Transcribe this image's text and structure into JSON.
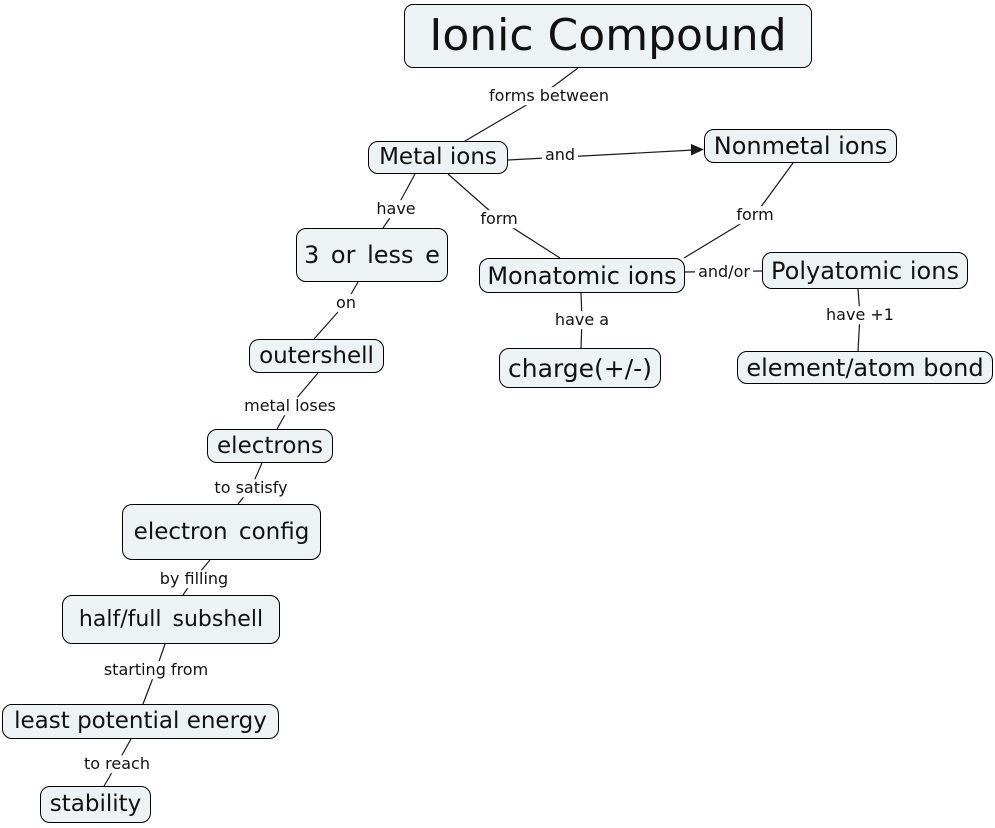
{
  "diagram_title": "Ionic Compound",
  "diagram_type": "concept-map",
  "colors": {
    "node_fill": "#edf3f4",
    "node_border": "#000000",
    "line": "#1a1a1a",
    "background": "#ffffff",
    "text": "#111111"
  },
  "nodes": [
    {
      "id": "ionic-compound",
      "label": "Ionic Compound"
    },
    {
      "id": "metal-ions",
      "label": "Metal ions"
    },
    {
      "id": "nonmetal-ions",
      "label": "Nonmetal ions"
    },
    {
      "id": "three-or-less-e",
      "label": "3 or less e"
    },
    {
      "id": "monatomic-ions",
      "label": "Monatomic ions"
    },
    {
      "id": "polyatomic-ions",
      "label": "Polyatomic ions"
    },
    {
      "id": "outershell",
      "label": "outershell"
    },
    {
      "id": "charge",
      "label": "charge(+/-)"
    },
    {
      "id": "element-atom-bond",
      "label": "element/atom bond"
    },
    {
      "id": "electrons",
      "label": "electrons"
    },
    {
      "id": "electron-config",
      "label": "electron config"
    },
    {
      "id": "half-full-subshell",
      "label": "half/full subshell"
    },
    {
      "id": "least-potential-energy",
      "label": "least potential energy"
    },
    {
      "id": "stability",
      "label": "stability"
    }
  ],
  "edges": [
    {
      "from": "Ionic Compound",
      "label": "forms between",
      "to": "Metal ions",
      "arrow": false
    },
    {
      "from": "Metal ions",
      "label": "and",
      "to": "Nonmetal ions",
      "arrow": true
    },
    {
      "from": "Metal ions",
      "label": "have",
      "to": "3 or less e",
      "arrow": false
    },
    {
      "from": "Metal ions",
      "label": "form",
      "to": "Monatomic ions",
      "arrow": false
    },
    {
      "from": "Nonmetal ions",
      "label": "form",
      "to": "Monatomic ions",
      "arrow": false
    },
    {
      "from": "Monatomic ions",
      "label": "and/or",
      "to": "Polyatomic ions",
      "arrow": false
    },
    {
      "from": "Monatomic ions",
      "label": "have a",
      "to": "charge(+/-)",
      "arrow": false
    },
    {
      "from": "Polyatomic ions",
      "label": "have +1",
      "to": "element/atom bond",
      "arrow": false
    },
    {
      "from": "3 or less e",
      "label": "on",
      "to": "outershell",
      "arrow": false
    },
    {
      "from": "outershell",
      "label": "metal loses",
      "to": "electrons",
      "arrow": false
    },
    {
      "from": "electrons",
      "label": "to satisfy",
      "to": "electron config",
      "arrow": false
    },
    {
      "from": "electron config",
      "label": "by filling",
      "to": "half/full subshell",
      "arrow": false
    },
    {
      "from": "half/full subshell",
      "label": "starting from",
      "to": "least potential energy",
      "arrow": false
    },
    {
      "from": "least potential energy",
      "label": "to reach",
      "to": "stability",
      "arrow": false
    }
  ]
}
